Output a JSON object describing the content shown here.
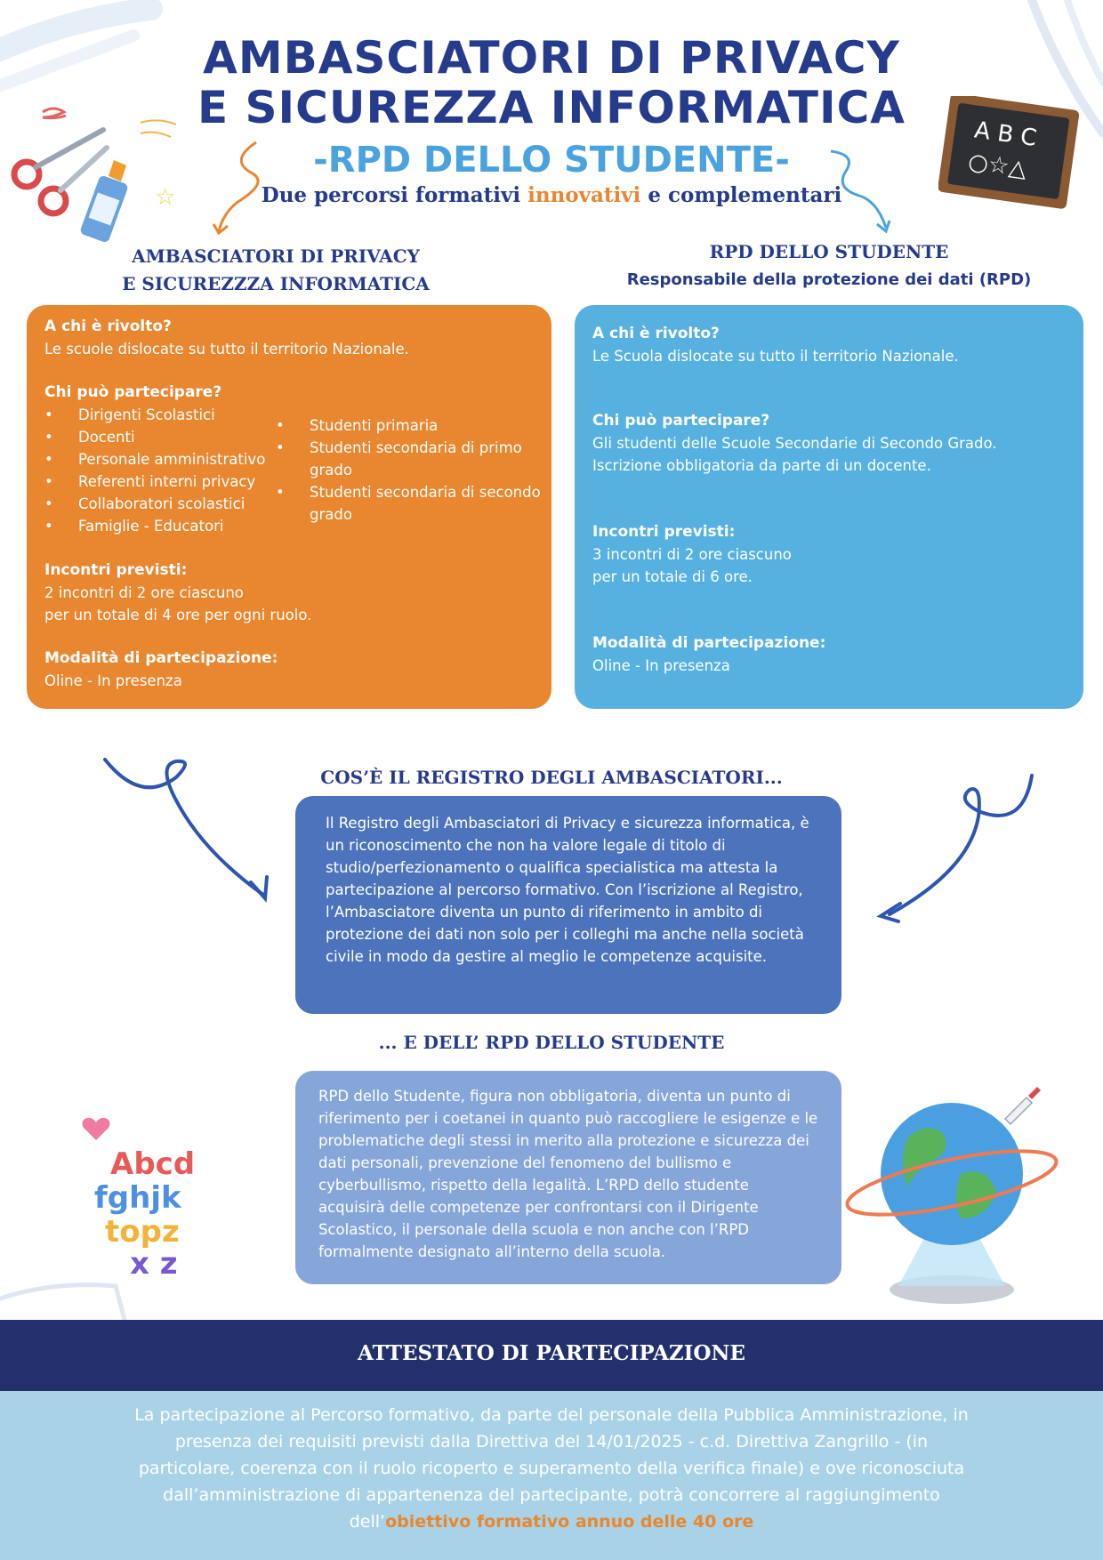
{
  "header": {
    "title_line1": "AMBASCIATORI DI PRIVACY",
    "title_line2": "E SICUREZZA INFORMATICA",
    "subtitle": "-RPD DELLO STUDENTE-",
    "tagline_pre": "Due percorsi formativi ",
    "tagline_hl": "innovativi",
    "tagline_post": " e complementari"
  },
  "left_column": {
    "heading_line1": "AMBASCIATORI DI PRIVACY",
    "heading_line2": "E SICUREZZZA INFORMATICA",
    "q1": "A chi è rivolto?",
    "a1": "Le scuole dislocate su tutto il territorio Nazionale.",
    "q2": "Chi può partecipare?",
    "participants_left": [
      "Dirigenti Scolastici",
      "Docenti",
      "Personale amministrativo",
      "Referenti interni privacy",
      "Collaboratori scolastici",
      "Famiglie - Educatori"
    ],
    "participants_right": [
      "Studenti primaria",
      "Studenti secondaria di primo grado",
      "Studenti secondaria di secondo grado"
    ],
    "q3": "Incontri previsti:",
    "a3_line1": "2 incontri di 2 ore ciascuno",
    "a3_line2": "per un totale di 4 ore per ogni ruolo.",
    "q4": "Modalità di partecipazione:",
    "a4": "Oline - In presenza"
  },
  "right_column": {
    "heading": "RPD DELLO STUDENTE",
    "subheading": "Responsabile della protezione dei dati (RPD)",
    "q1": "A chi è rivolto?",
    "a1": "Le Scuola dislocate su tutto il territorio Nazionale.",
    "q2": "Chi può partecipare?",
    "a2_line1": "Gli studenti delle Scuole Secondarie di Secondo Grado.",
    "a2_line2": "Iscrizione obbligatoria da parte di un docente.",
    "q3": "Incontri previsti:",
    "a3_line1": "3 incontri di 2 ore ciascuno",
    "a3_line2": "per un totale di 6 ore.",
    "q4": "Modalità di partecipazione:",
    "a4": "Oline - In presenza"
  },
  "registry": {
    "title": "COS’È IL REGISTRO DEGLI AMBASCIATORI...",
    "text": "Il Registro degli Ambasciatori di Privacy e sicurezza informatica, è un riconoscimento che non ha valore legale di titolo di studio/perfezionamento o qualifica specialistica ma attesta la partecipazione al percorso formativo. Con l’iscrizione al Registro, l’Ambasciatore diventa un punto di riferimento in ambito di protezione dei dati non solo per i colleghi ma anche nella società civile in modo da gestire al meglio le competenze acquisite."
  },
  "rpd": {
    "title": "... E DELL’ RPD DELLO STUDENTE",
    "text": "RPD dello Studente, figura non obbligatoria, diventa un punto di riferimento per i coetanei in quanto può raccogliere le esigenze e le problematiche degli stessi in merito alla protezione e sicurezza dei dati personali, prevenzione del fenomeno del bullismo e cyberbullismo, rispetto della legalità. L’RPD dello studente acquisirà delle competenze per confrontarsi con il Dirigente Scolastico, il personale della scuola e non anche con l’RPD formalmente designato all’interno della scuola."
  },
  "footer": {
    "title": "ATTESTATO DI PARTECIPAZIONE",
    "text": "La partecipazione al Percorso formativo, da parte del personale della Pubblica Amministrazione, in presenza dei requisiti previsti dalla Direttiva del 14/01/2025 - c.d. Direttiva Zangrillo - (in particolare, coerenza con il ruolo ricoperto e superamento della verifica finale) e ove riconosciuta dall’amministrazione di appartenenza del partecipante, potrà concorrere al raggiungimento dell’",
    "highlight": "obiettivo formativo annuo delle 40 ore"
  },
  "illustrations": {
    "chalkboard_letters": "A B C",
    "alphabet_letters": [
      "Abcd",
      "fghjk",
      "topz",
      "x z"
    ]
  },
  "colors": {
    "navy": "#263b8c",
    "orange": "#e8872f",
    "sky": "#56b0e0",
    "registry_box": "#4d73bd",
    "rpd_box": "#86a5d9",
    "band": "#23306b",
    "footer_bg": "#a9d2e6"
  }
}
